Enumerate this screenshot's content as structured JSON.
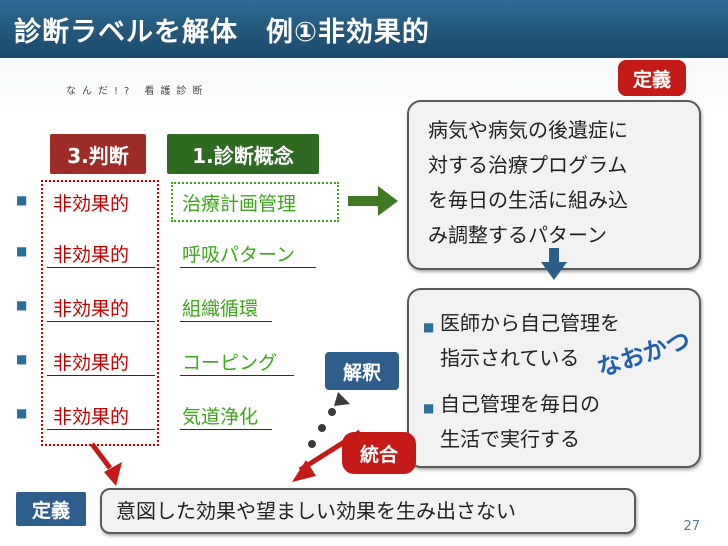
{
  "slide": {
    "title": "診断ラベルを解体　例①非効果的",
    "subtitle": "なんだ!? 看護診断",
    "judgment_header": "3.判断",
    "concept_header": "1.診断概念",
    "rows": [
      {
        "judgment": "非効果的",
        "concept": "治療計画管理"
      },
      {
        "judgment": "非効果的",
        "concept": "呼吸パターン"
      },
      {
        "judgment": "非効果的",
        "concept": "組織循環"
      },
      {
        "judgment": "非効果的",
        "concept": "コーピング"
      },
      {
        "judgment": "非効果的",
        "concept": "気道浄化"
      }
    ],
    "definition_tag_top": "定義",
    "concept_definition": [
      "病気や病気の後遺症に",
      "対する治療プログラム",
      "を毎日の生活に組み込",
      "み調整するパターン"
    ],
    "interpretation_items": [
      {
        "lines": [
          "医師から自己管理を",
          "指示されている"
        ]
      },
      {
        "lines": [
          "自己管理を毎日の",
          "生活で実行する"
        ]
      }
    ],
    "handwritten_note": "なおかつ",
    "interpretation_tag": "解釈",
    "integration_tag": "統合",
    "definition_tag_bottom": "定義",
    "judgment_definition": "意図した効果や望ましい効果を生み出さない",
    "page_number": "27"
  },
  "colors": {
    "header_blue": "#235577",
    "judgment_red": "#9e2c26",
    "concept_green": "#2e6a22",
    "text_red": "#c00000",
    "text_green": "#3ea61a",
    "arrow_green": "#3f7a22",
    "arrow_blue": "#2c5f87",
    "accent_red": "#c41a18",
    "handwriting_blue": "#1f5fb0"
  }
}
